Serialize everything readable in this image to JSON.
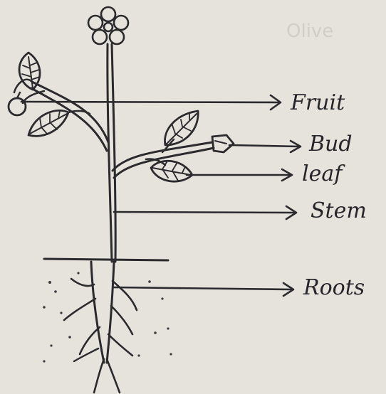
{
  "diagram": {
    "title": "",
    "labels": {
      "fruit": "Fruit",
      "bud": "Bud",
      "leaf": "leaf",
      "stem": "Stem",
      "roots": "Roots"
    },
    "background_text": [
      "Olive"
    ],
    "colors": {
      "paper": "#e6e3dd",
      "ink": "#2b2b2e"
    }
  }
}
